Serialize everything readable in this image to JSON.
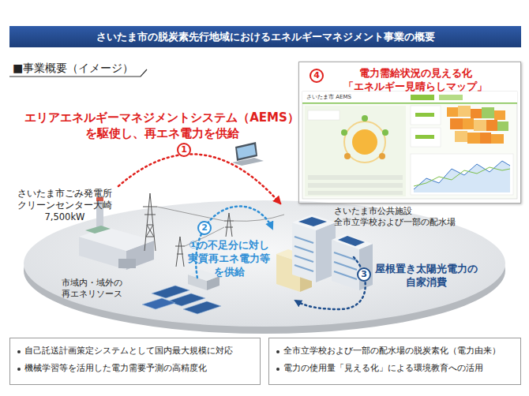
{
  "diagram": {
    "title": "さいたま市の脱炭素先行地域におけるエネルギーマネジメント事業の概要",
    "nodes": [
      {
        "text": [
          "さいたま市ごみ発電所 クリーンセンター大崎 7,500kW"
        ]
      },
      {
        "text": [
          "市域内・域外の 再エネリソース"
        ]
      },
      {
        "text": [
          "さいたま市公共施設 全市立学校および一部の配水場"
        ]
      },
      {
        "text": [
          "電力需給状況の見える化 「エネルギー見晴らしマップ」"
        ]
      },
      {
        "text": [
          "自己託送計画策定システムとして国内最大規模に対応",
          "機械学習等を活用した電力需要予測の高精度化"
        ]
      },
      {
        "text": [
          "全市立学校および一部の配水場の脱炭素化（電力由来）",
          "電力の使用量「見える化」による環境教育への活用"
        ]
      }
    ],
    "edges": [
      {
        "from": 0,
        "to": 2,
        "arrow": "to"
      },
      {
        "from": 1,
        "to": 2,
        "arrow": "to"
      }
    ],
    "labels": [
      "■事業概要（イメージ）",
      "エリアエネルギーマネジメントシステム（AEMS） を駆使し、再エネ電力を供給",
      "1",
      "①の不足分に対し 実質再エネ電力等 を供給",
      "2",
      "屋根置き太陽光電力の 自家消費",
      "3",
      "4",
      "さいたま市 AEMS"
    ]
  }
}
